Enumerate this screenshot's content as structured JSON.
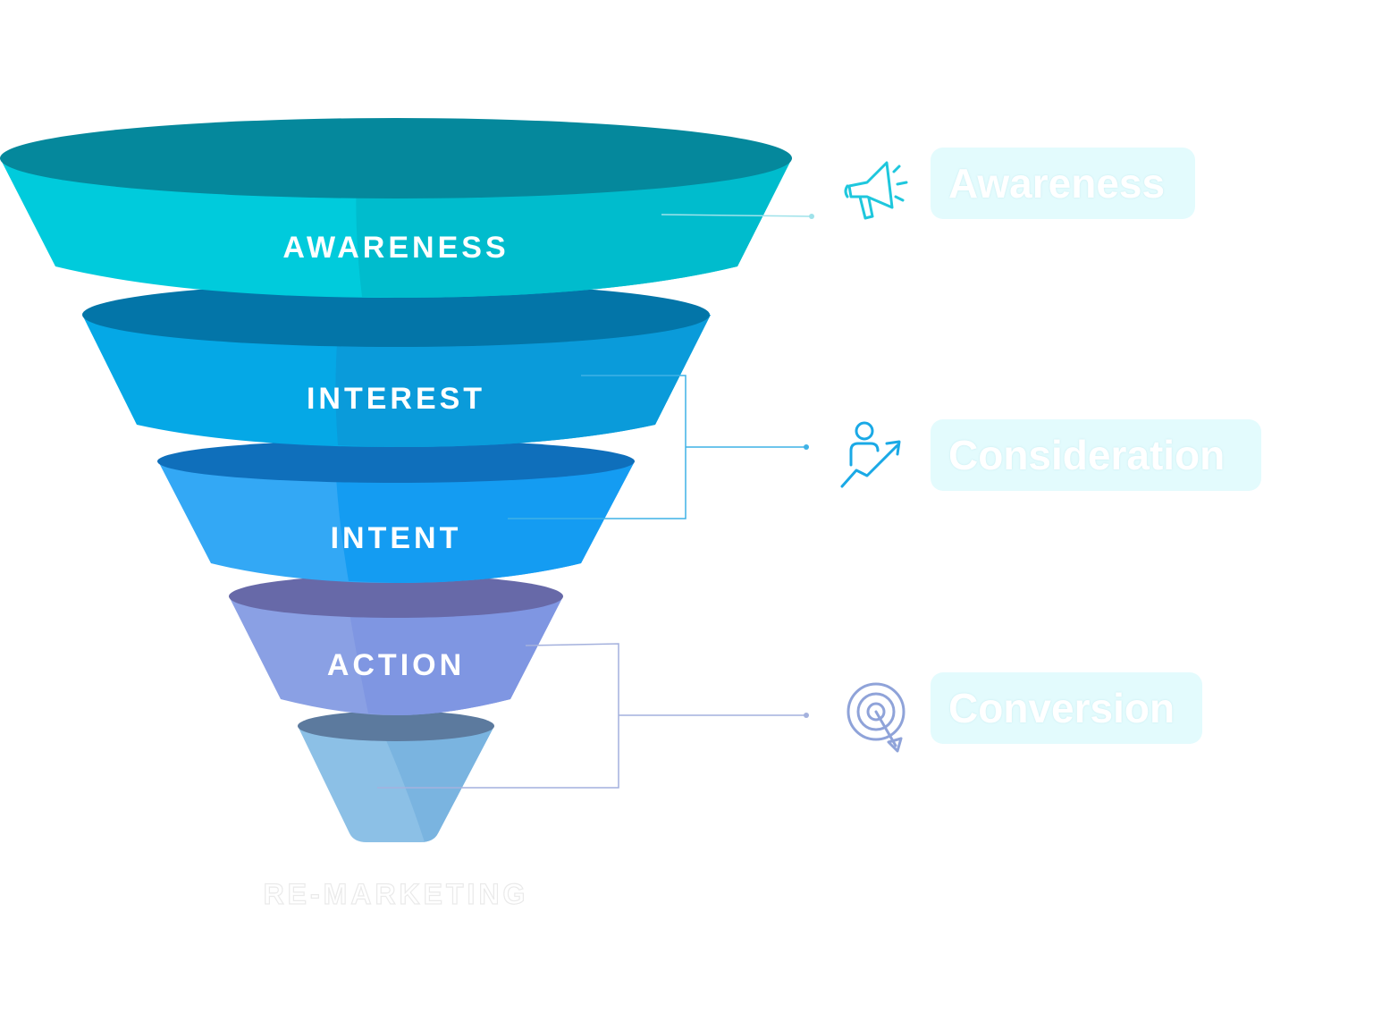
{
  "funnel": {
    "stages": [
      {
        "label": "AWARENESS",
        "rim": "#05889c",
        "body": "#00cbdc",
        "body_dark": "#00bccd"
      },
      {
        "label": "INTEREST",
        "rim": "#0375a8",
        "body": "#05a8e6",
        "body_dark": "#0a9bda"
      },
      {
        "label": "INTENT",
        "rim": "#0f6fbb",
        "body": "#33a8f5",
        "body_dark": "#149cf2"
      },
      {
        "label": "ACTION",
        "rim": "#6769a8",
        "body": "#8aa0e4",
        "body_dark": "#7f96e2"
      },
      {
        "label": "RE-MARKETING",
        "rim": "#5c7a9e",
        "body": "#8cc0e6",
        "body_dark": "#7ab4e0"
      }
    ]
  },
  "groups": [
    {
      "label": "Awareness",
      "icon": "megaphone-icon",
      "color": "#1ec7dd"
    },
    {
      "label": "Consideration",
      "icon": "person-growth-icon",
      "color": "#1aa9e6"
    },
    {
      "label": "Conversion",
      "icon": "target-icon",
      "color": "#8fa3d9"
    }
  ]
}
